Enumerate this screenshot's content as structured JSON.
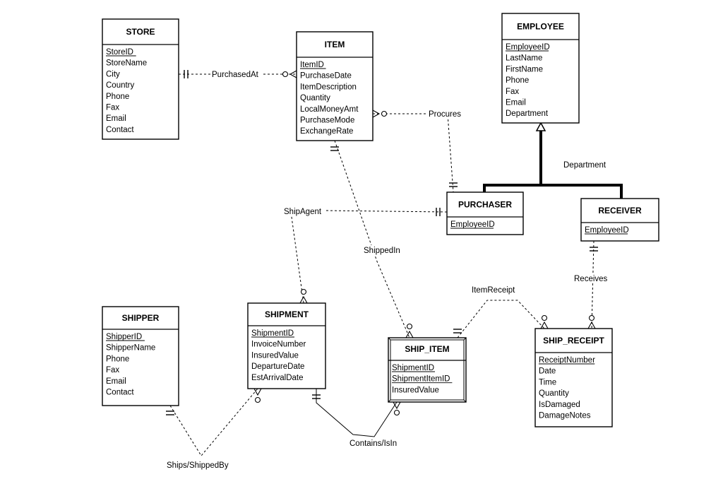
{
  "entities": {
    "store": {
      "title": "STORE",
      "attributes": [
        "StoreID",
        "StoreName",
        "City",
        "Country",
        "Phone",
        "Fax",
        "Email",
        "Contact"
      ],
      "keys": [
        0
      ]
    },
    "item": {
      "title": "ITEM",
      "attributes": [
        "ItemID",
        "PurchaseDate",
        "ItemDescription",
        "Quantity",
        "LocalMoneyAmt",
        "PurchaseMode",
        "ExchangeRate"
      ],
      "keys": [
        0
      ]
    },
    "employee": {
      "title": "EMPLOYEE",
      "attributes": [
        "EmployeeID",
        "LastName",
        "FirstName",
        "Phone",
        "Fax",
        "Email",
        "Department"
      ],
      "keys": [
        0
      ]
    },
    "purchaser": {
      "title": "PURCHASER",
      "attributes": [
        "EmployeeID"
      ],
      "keys": [
        0
      ]
    },
    "receiver": {
      "title": "RECEIVER",
      "attributes": [
        "EmployeeID"
      ],
      "keys": [
        0
      ]
    },
    "shipper": {
      "title": "SHIPPER",
      "attributes": [
        "ShipperID",
        "ShipperName",
        "Phone",
        "Fax",
        "Email",
        "Contact"
      ],
      "keys": [
        0
      ]
    },
    "shipment": {
      "title": "SHIPMENT",
      "attributes": [
        "ShipmentID",
        "InvoiceNumber",
        "InsuredValue",
        "DepartureDate",
        "EstArrivalDate"
      ],
      "keys": [
        0
      ]
    },
    "ship_item": {
      "title": "SHIP_ITEM",
      "attributes": [
        "ShipmentID",
        "ShipmentItemID",
        "InsuredValue"
      ],
      "keys": [
        0,
        1
      ]
    },
    "ship_receipt": {
      "title": "SHIP_RECEIPT",
      "attributes": [
        "ReceiptNumber",
        "Date",
        "Time",
        "Quantity",
        "IsDamaged",
        "DamageNotes"
      ],
      "keys": [
        0
      ]
    }
  },
  "relationships": {
    "purchased_at": "PurchasedAt",
    "procures": "Procures",
    "department": "Department",
    "ship_agent": "ShipAgent",
    "shipped_in": "ShippedIn",
    "item_receipt": "ItemReceipt",
    "receives": "Receives",
    "contains_is_in": "Contains/IsIn",
    "ships_shipped_by": "Ships/ShippedBy"
  }
}
